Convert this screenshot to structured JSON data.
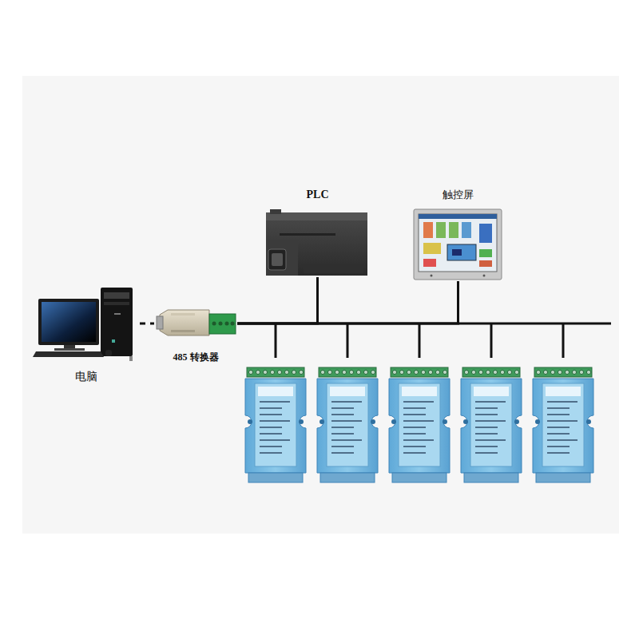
{
  "diagram": {
    "nodes": [
      {
        "text": [
          "电脑"
        ]
      },
      {
        "text": [
          "485 转换器"
        ]
      },
      {
        "text": [
          "PLC"
        ]
      },
      {
        "text": [
          "触控屏"
        ]
      }
    ],
    "edges": [
      {
        "from": 0,
        "to": 1,
        "arrow": "none"
      },
      {
        "from": 1,
        "to": 2,
        "arrow": "none"
      },
      {
        "from": 1,
        "to": 3,
        "arrow": "none"
      }
    ]
  }
}
